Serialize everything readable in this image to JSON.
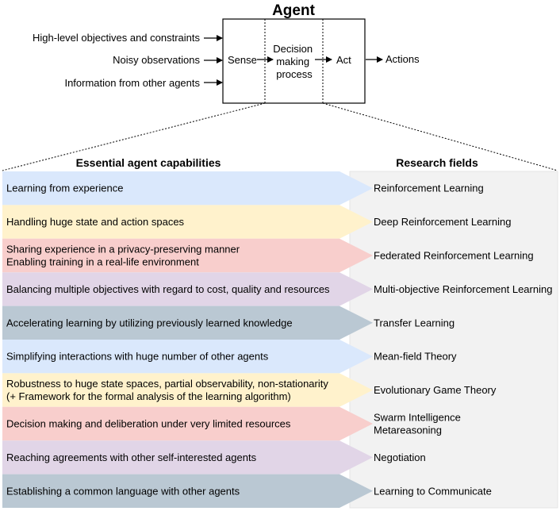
{
  "agent": {
    "title": "Agent",
    "inputs": [
      "High-level objectives and constraints",
      "Noisy observations",
      "Information from other agents"
    ],
    "stages": {
      "sense": "Sense",
      "decision": [
        "Decision",
        "making",
        "process"
      ],
      "act": "Act"
    },
    "output": "Actions"
  },
  "table": {
    "capabilities_header": "Essential agent capabilities",
    "fields_header": "Research fields",
    "rows": [
      {
        "capability": [
          "Learning from experience"
        ],
        "field": [
          "Reinforcement Learning"
        ],
        "color": "#dae8fc"
      },
      {
        "capability": [
          "Handling huge state and action spaces"
        ],
        "field": [
          "Deep Reinforcement Learning"
        ],
        "color": "#fff2cc"
      },
      {
        "capability": [
          "Sharing experience in a privacy-preserving manner",
          "Enabling training in a real-life environment"
        ],
        "field": [
          "Federated Reinforcement Learning"
        ],
        "color": "#f8cecc"
      },
      {
        "capability": [
          "Balancing multiple objectives with regard to cost, quality and resources"
        ],
        "field": [
          "Multi-objective Reinforcement Learning"
        ],
        "color": "#e1d5e7"
      },
      {
        "capability": [
          "Accelerating learning by utilizing previously learned knowledge"
        ],
        "field": [
          "Transfer Learning"
        ],
        "color": "#bac8d3"
      },
      {
        "capability": [
          "Simplifying interactions with huge number of other agents"
        ],
        "field": [
          "Mean-field Theory"
        ],
        "color": "#dae8fc"
      },
      {
        "capability": [
          "Robustness to huge state spaces, partial observability, non-stationarity",
          "(+ Framework for the formal analysis of the learning algorithm)"
        ],
        "field": [
          "Evolutionary Game Theory"
        ],
        "color": "#fff2cc"
      },
      {
        "capability": [
          "Decision making and deliberation under very limited resources"
        ],
        "field": [
          "Swarm Intelligence",
          "Metareasoning"
        ],
        "color": "#f8cecc"
      },
      {
        "capability": [
          "Reaching agreements with other self-interested agents"
        ],
        "field": [
          "Negotiation"
        ],
        "color": "#e1d5e7"
      },
      {
        "capability": [
          "Establishing a common language with other agents"
        ],
        "field": [
          "Learning to Communicate"
        ],
        "color": "#bac8d3"
      }
    ]
  }
}
